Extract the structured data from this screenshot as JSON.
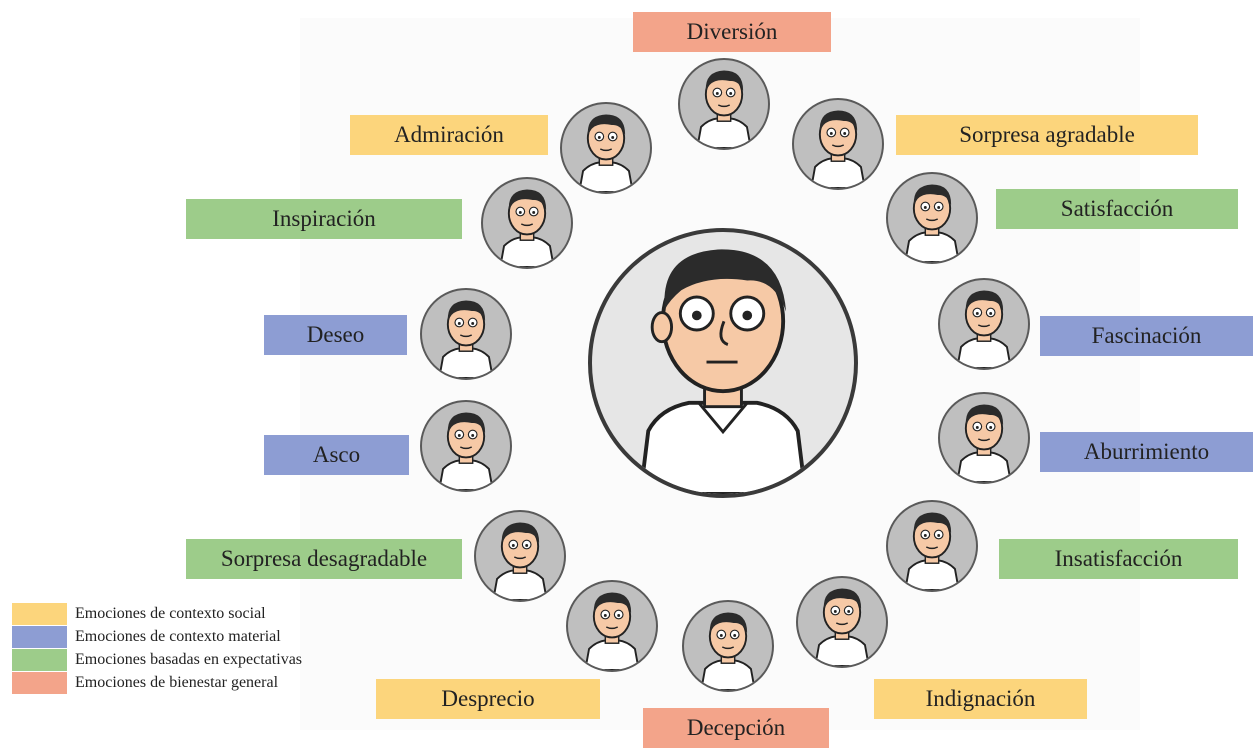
{
  "colors": {
    "social": "#fcd57c",
    "material": "#8d9dd3",
    "expectations": "#9dcc8a",
    "general": "#f3a48a"
  },
  "labels": {
    "diversion": "Diversión",
    "admiracion": "Admiración",
    "sorpresa_agradable": "Sorpresa agradable",
    "inspiracion": "Inspiración",
    "satisfaccion": "Satisfacción",
    "deseo": "Deseo",
    "fascinacion": "Fascinación",
    "asco": "Asco",
    "aburrimiento": "Aburrimiento",
    "sorpresa_desagradable": "Sorpresa desagradable",
    "insatisfaccion": "Insatisfacción",
    "desprecio": "Desprecio",
    "indignacion": "Indignación",
    "decepcion": "Decepción"
  },
  "legend": {
    "social": "Emociones de contexto social",
    "material": "Emociones de contexto material",
    "expectations": "Emociones basadas en expectativas",
    "general": "Emociones de bienestar general"
  }
}
